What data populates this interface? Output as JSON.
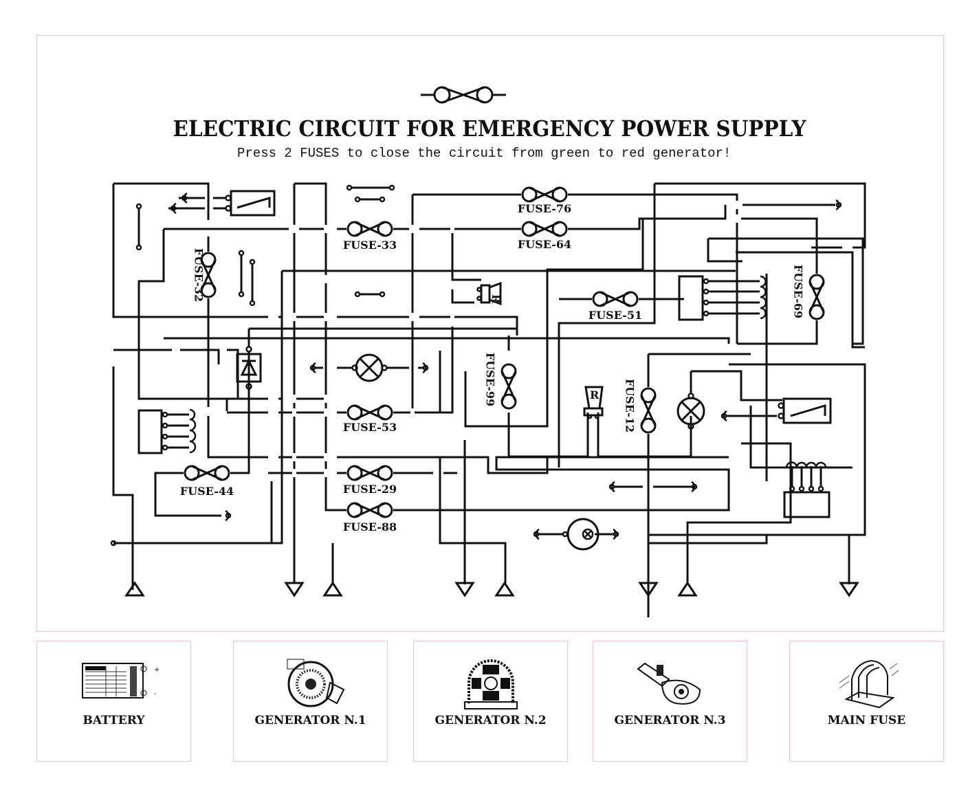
{
  "header": {
    "title": "ELECTRIC CIRCUIT FOR EMERGENCY POWER SUPPLY",
    "instruction": "Press 2 FUSES to close the circuit from green to red generator!"
  },
  "fuses": [
    {
      "id": "32",
      "label": "FUSE-32"
    },
    {
      "id": "33",
      "label": "FUSE-33"
    },
    {
      "id": "76",
      "label": "FUSE-76"
    },
    {
      "id": "64",
      "label": "FUSE-64"
    },
    {
      "id": "51",
      "label": "FUSE-51"
    },
    {
      "id": "69",
      "label": "FUSE-69"
    },
    {
      "id": "99",
      "label": "FUSE-99"
    },
    {
      "id": "12",
      "label": "FUSE-12"
    },
    {
      "id": "53",
      "label": "FUSE-53"
    },
    {
      "id": "44",
      "label": "FUSE-44"
    },
    {
      "id": "29",
      "label": "FUSE-29"
    },
    {
      "id": "88",
      "label": "FUSE-88"
    }
  ],
  "components": {
    "relay_label": "R"
  },
  "cards": [
    {
      "label": "BATTERY",
      "icon": "battery-icon"
    },
    {
      "label": "GENERATOR N.1",
      "icon": "generator-1-icon"
    },
    {
      "label": "GENERATOR N.2",
      "icon": "generator-2-icon"
    },
    {
      "label": "GENERATOR N.3",
      "icon": "generator-3-icon"
    },
    {
      "label": "MAIN FUSE",
      "icon": "main-fuse-icon"
    }
  ]
}
